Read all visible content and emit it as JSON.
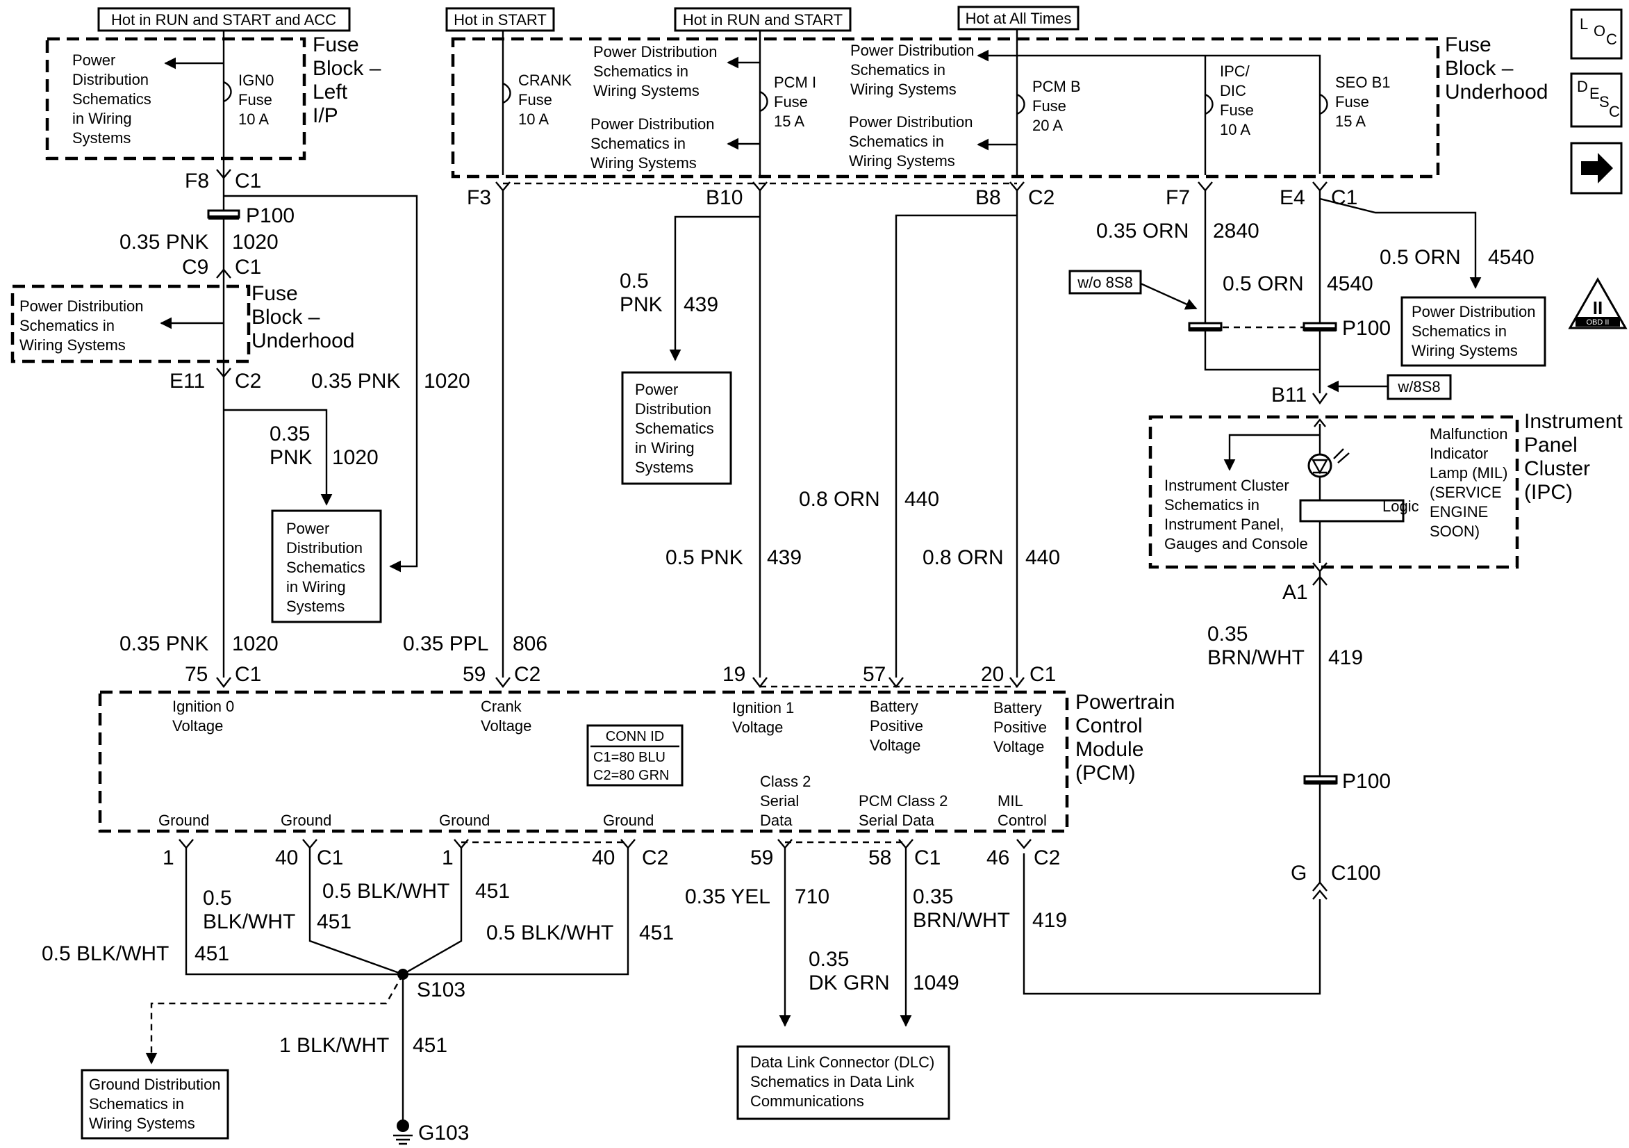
{
  "tags": {
    "hot_run_start_acc": "Hot in RUN and START and ACC",
    "hot_start": "Hot in START",
    "hot_run_start": "Hot in RUN and START",
    "hot_all_times": "Hot at All Times"
  },
  "fuse_blocks": {
    "left_ip": [
      "Fuse",
      "Block –",
      "Left",
      "I/P"
    ],
    "underhood": [
      "Fuse",
      "Block –",
      "Underhood"
    ],
    "underhood_mid": [
      "Fuse",
      "Block –",
      "Underhood"
    ]
  },
  "fuses": {
    "ign0": [
      "IGN0",
      "Fuse",
      "10 A"
    ],
    "crank": [
      "CRANK",
      "Fuse",
      "10 A"
    ],
    "pcm_i": [
      "PCM I",
      "Fuse",
      "15 A"
    ],
    "pcm_b": [
      "PCM B",
      "Fuse",
      "20 A"
    ],
    "ipc_dic": [
      "IPC/",
      "DIC",
      "Fuse",
      "10 A"
    ],
    "seo_b1": [
      "SEO B1",
      "Fuse",
      "15 A"
    ]
  },
  "ref_power": [
    "Power",
    "Distribution",
    "Schematics",
    "in Wiring",
    "Systems"
  ],
  "ref_power_3line": [
    "Power Distribution",
    "Schematics in",
    "Wiring Systems"
  ],
  "ref_power_box": [
    "Power",
    "Distribution",
    "Schematics",
    "in Wiring",
    "Systems"
  ],
  "ref_ground": [
    "Ground Distribution",
    "Schematics in",
    "Wiring Systems"
  ],
  "ref_dlc": [
    "Data Link Connector (DLC)",
    "Schematics in Data Link",
    "Communications"
  ],
  "ref_ipc": [
    "Instrument Cluster",
    "Schematics in",
    "Instrument Panel,",
    "Gauges and Console"
  ],
  "ipc": {
    "title": [
      "Instrument",
      "Panel",
      "Cluster",
      "(IPC)"
    ],
    "mil": [
      "Malfunction",
      "Indicator",
      "Lamp (MIL)",
      "(SERVICE",
      "ENGINE",
      "SOON)"
    ],
    "logic": "Logic"
  },
  "options": {
    "without": "w/o 8S8",
    "with": "w/8S8"
  },
  "pcm": {
    "title": [
      "Powertrain",
      "Control",
      "Module",
      "(PCM)"
    ],
    "conn_id": [
      "CONN ID",
      "C1=80 BLU",
      "C2=80 GRN"
    ],
    "pins": {
      "ign0": [
        "Ignition 0",
        "Voltage"
      ],
      "crank": [
        "Crank",
        "Voltage"
      ],
      "ign1": [
        "Ignition 1",
        "Voltage"
      ],
      "batt1": [
        "Battery",
        "Positive",
        "Voltage"
      ],
      "batt2": [
        "Battery",
        "Positive",
        "Voltage"
      ],
      "class2": [
        "Class 2",
        "Serial",
        "Data"
      ],
      "pcm_class2": [
        "PCM Class 2",
        "Serial Data"
      ],
      "mil": [
        "MIL",
        "Control"
      ],
      "ground": "Ground"
    }
  },
  "connectors": {
    "f8": "F8",
    "c1": "C1",
    "c2": "C2",
    "c9": "C9",
    "e11": "E11",
    "f3": "F3",
    "b10": "B10",
    "b8": "B8",
    "f7": "F7",
    "e4": "E4",
    "b11": "B11",
    "a1": "A1",
    "p100": "P100",
    "g": "G",
    "c100": "C100",
    "n75": "75",
    "n59": "59",
    "n19": "19",
    "n57": "57",
    "n20": "20",
    "n1": "1",
    "n40": "40",
    "n58": "58",
    "n46": "46",
    "s103": "S103",
    "g103": "G103"
  },
  "wires": {
    "w1020_size": "0.35 PNK",
    "w1020_circ": "1020",
    "w806_size": "0.35 PPL",
    "w806_circ": "806",
    "w439_size": "0.5 PNK",
    "w439_circ": "439",
    "w439a_size": [
      "0.5",
      "PNK"
    ],
    "w439a_circ": "439",
    "w440_size": "0.8 ORN",
    "w440_circ": "440",
    "w2840_size": "0.35 ORN",
    "w2840_circ": "2840",
    "w4540_size": "0.5 ORN",
    "w4540_circ": "4540",
    "w419_size": [
      "0.35",
      "BRN/WHT"
    ],
    "w419_circ": "419",
    "w451_size": "0.5 BLK/WHT",
    "w451_circ": "451",
    "w451a_size": [
      "0.5",
      "BLK/WHT"
    ],
    "w451g_size": "1 BLK/WHT",
    "w710_size": "0.35 YEL",
    "w710_circ": "710",
    "w1049_size": [
      "0.35",
      "DK GRN"
    ],
    "w1049_circ": "1049",
    "w1020b_size": [
      "0.35",
      "PNK"
    ]
  },
  "nav": {
    "loc": [
      "L",
      "O",
      "C"
    ],
    "desc": [
      "D",
      "E",
      "S",
      "C"
    ],
    "next": "next-arrow"
  },
  "obd": {
    "roman": "II",
    "label": "OBD II"
  }
}
